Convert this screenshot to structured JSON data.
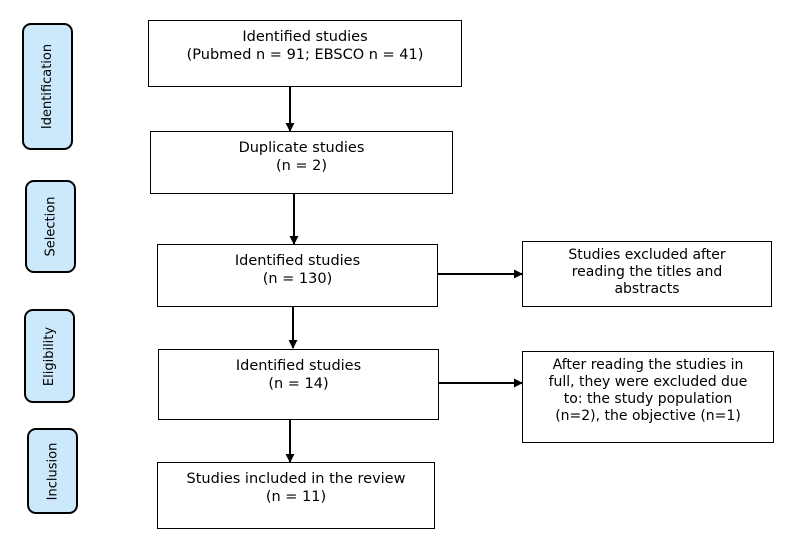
{
  "colors": {
    "stage_fill": "#cce8fb",
    "stroke": "#000000",
    "box_fill": "#ffffff"
  },
  "stages": [
    {
      "label": "Identification"
    },
    {
      "label": "Selection"
    },
    {
      "label": "Eligibility"
    },
    {
      "label": "Inclusion"
    }
  ],
  "boxes": {
    "identified": {
      "line1": "Identified studies",
      "line2": "(Pubmed n = 91; EBSCO n = 41)"
    },
    "duplicates": {
      "line1": "Duplicate studies",
      "line2": "(n = 2)"
    },
    "screened": {
      "line1": "Identified studies",
      "line2": "(n = 130)"
    },
    "eligible": {
      "line1": "Identified studies",
      "line2": "(n = 14)"
    },
    "included": {
      "line1": "Studies included in the review",
      "line2": "(n = 11)"
    }
  },
  "exclusions": {
    "titles_abstracts": {
      "line1": "Studies excluded after",
      "line2": "reading the titles and",
      "line3": "abstracts"
    },
    "full_text": {
      "line1": "After reading the studies in",
      "line2": "full, they were excluded due",
      "line3": "to: the study population",
      "line4": "(n=2), the objective (n=1)"
    }
  }
}
